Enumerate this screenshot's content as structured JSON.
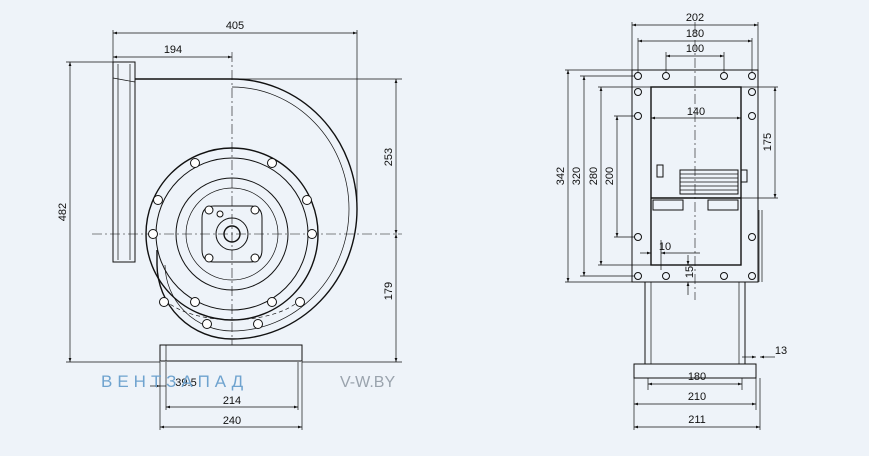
{
  "front_view": {
    "dims": {
      "width_total": "405",
      "center_offset": "194",
      "height_total": "482",
      "height_upper": "253",
      "height_lower": "179",
      "outlet_offset": "39.5",
      "outlet_inner": "214",
      "outlet_outer": "240"
    }
  },
  "side_view": {
    "dims": {
      "width_total": "202",
      "width_holes": "180",
      "width_inner": "100",
      "flange_height": "342",
      "holes_height": "320",
      "frame_height": "280",
      "inner_height": "200",
      "body_width": "140",
      "upper_height": "175",
      "offset_10": "10",
      "offset_15": "15",
      "foot_13": "13",
      "base_180": "180",
      "base_210": "210",
      "base_211": "211"
    }
  },
  "watermark": {
    "brand": "ВЕНТЗАПАД",
    "site": "V-W.BY",
    "brand_color": "#6fa3cf",
    "site_color": "#9aa3ad"
  }
}
